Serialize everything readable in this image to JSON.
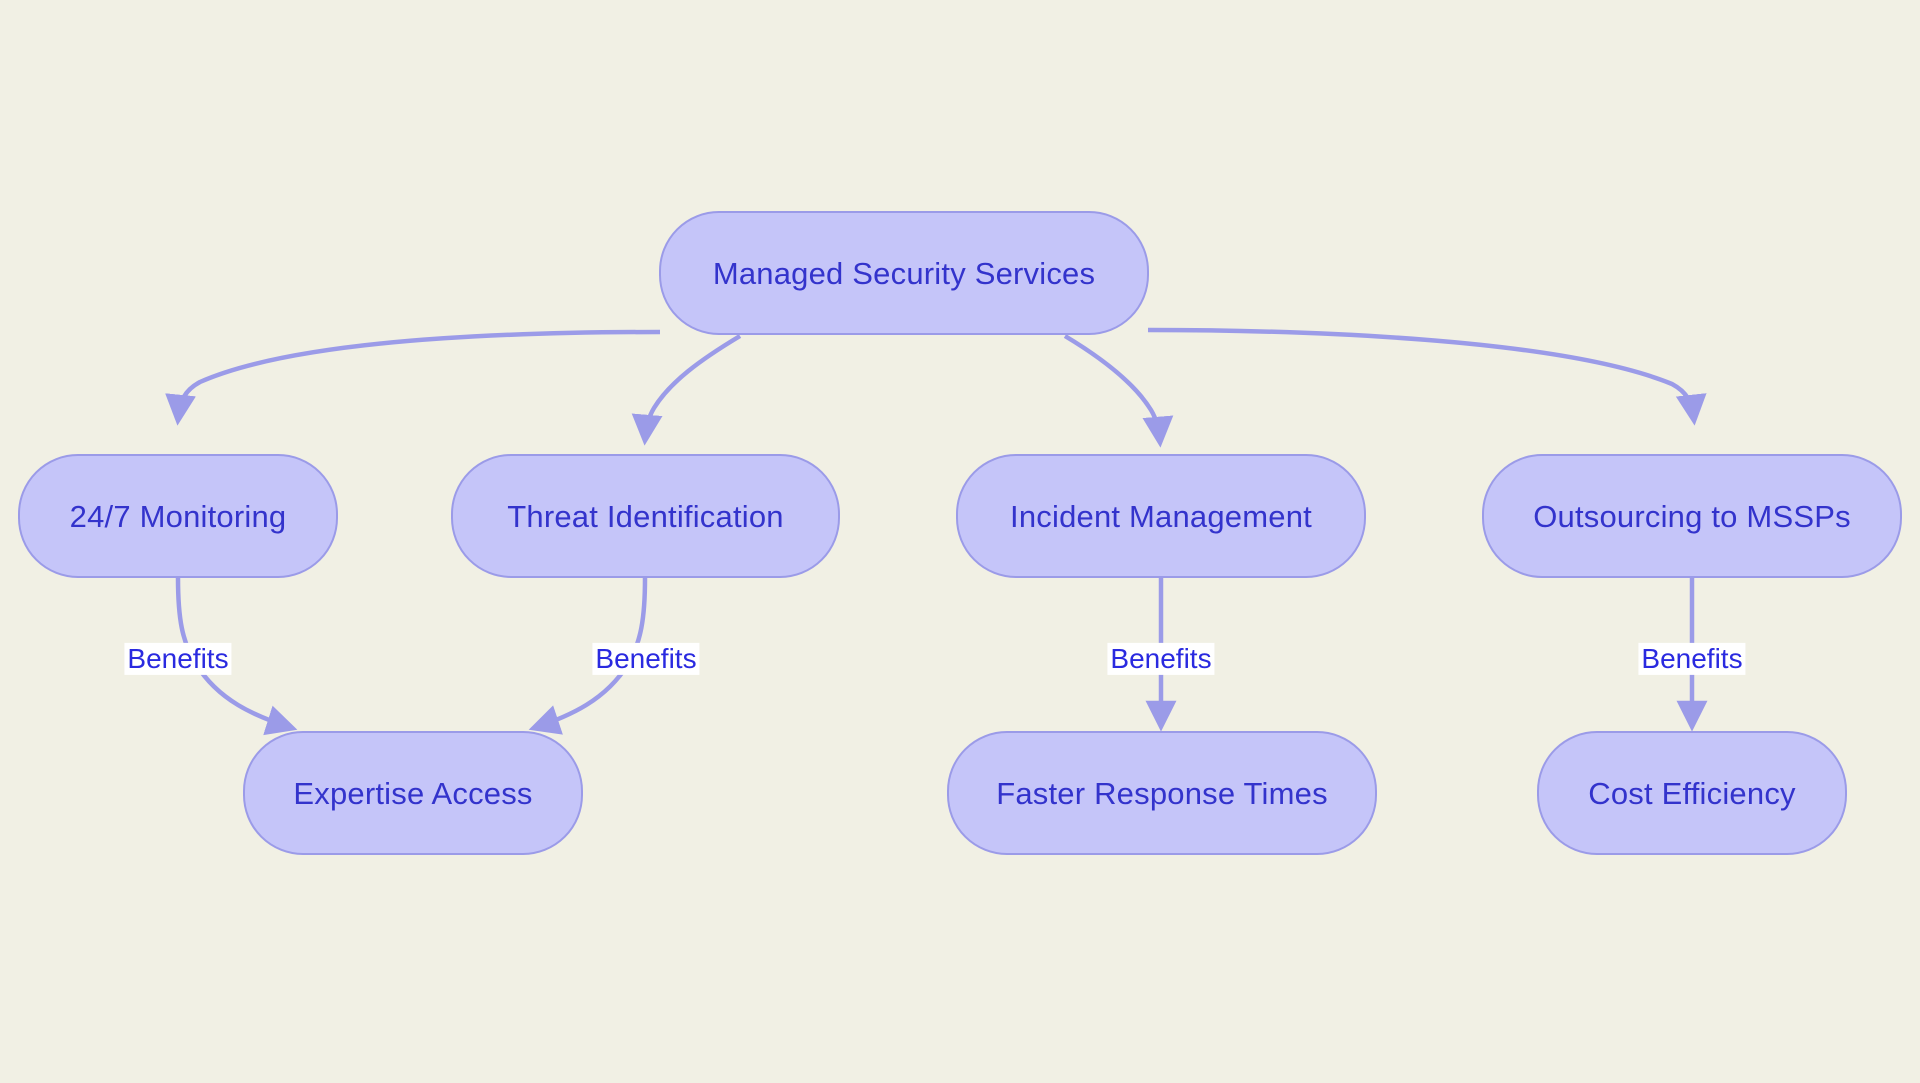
{
  "diagram": {
    "type": "flowchart",
    "direction": "top-down",
    "title": "Managed Security Services",
    "background_color": "#f1f0e4",
    "node_fill_color": "#c5c5f9",
    "node_border_color": "#9b9be8",
    "node_text_color": "#3333cc",
    "edge_color": "#9b9be8",
    "edge_label_background": "#ffffff",
    "edge_label_text_color": "#2a2ae0",
    "nodes": [
      {
        "id": "root",
        "label": "Managed Security Services",
        "level": 0
      },
      {
        "id": "monitoring",
        "label": "24/7 Monitoring",
        "level": 1
      },
      {
        "id": "threat",
        "label": "Threat Identification",
        "level": 1
      },
      {
        "id": "incident",
        "label": "Incident Management",
        "level": 1
      },
      {
        "id": "outsourcing",
        "label": "Outsourcing to MSSPs",
        "level": 1
      },
      {
        "id": "expertise",
        "label": "Expertise Access",
        "level": 2
      },
      {
        "id": "response",
        "label": "Faster Response Times",
        "level": 2
      },
      {
        "id": "cost",
        "label": "Cost Efficiency",
        "level": 2
      }
    ],
    "edges": [
      {
        "from": "root",
        "to": "monitoring",
        "label": ""
      },
      {
        "from": "root",
        "to": "threat",
        "label": ""
      },
      {
        "from": "root",
        "to": "incident",
        "label": ""
      },
      {
        "from": "root",
        "to": "outsourcing",
        "label": ""
      },
      {
        "from": "monitoring",
        "to": "expertise",
        "label": "Benefits"
      },
      {
        "from": "threat",
        "to": "expertise",
        "label": "Benefits"
      },
      {
        "from": "incident",
        "to": "response",
        "label": "Benefits"
      },
      {
        "from": "outsourcing",
        "to": "cost",
        "label": "Benefits"
      }
    ],
    "edge_labels": [
      {
        "id": "lbl-monitoring-expertise",
        "text": "Benefits"
      },
      {
        "id": "lbl-threat-expertise",
        "text": "Benefits"
      },
      {
        "id": "lbl-incident-response",
        "text": "Benefits"
      },
      {
        "id": "lbl-outsourcing-cost",
        "text": "Benefits"
      }
    ]
  }
}
